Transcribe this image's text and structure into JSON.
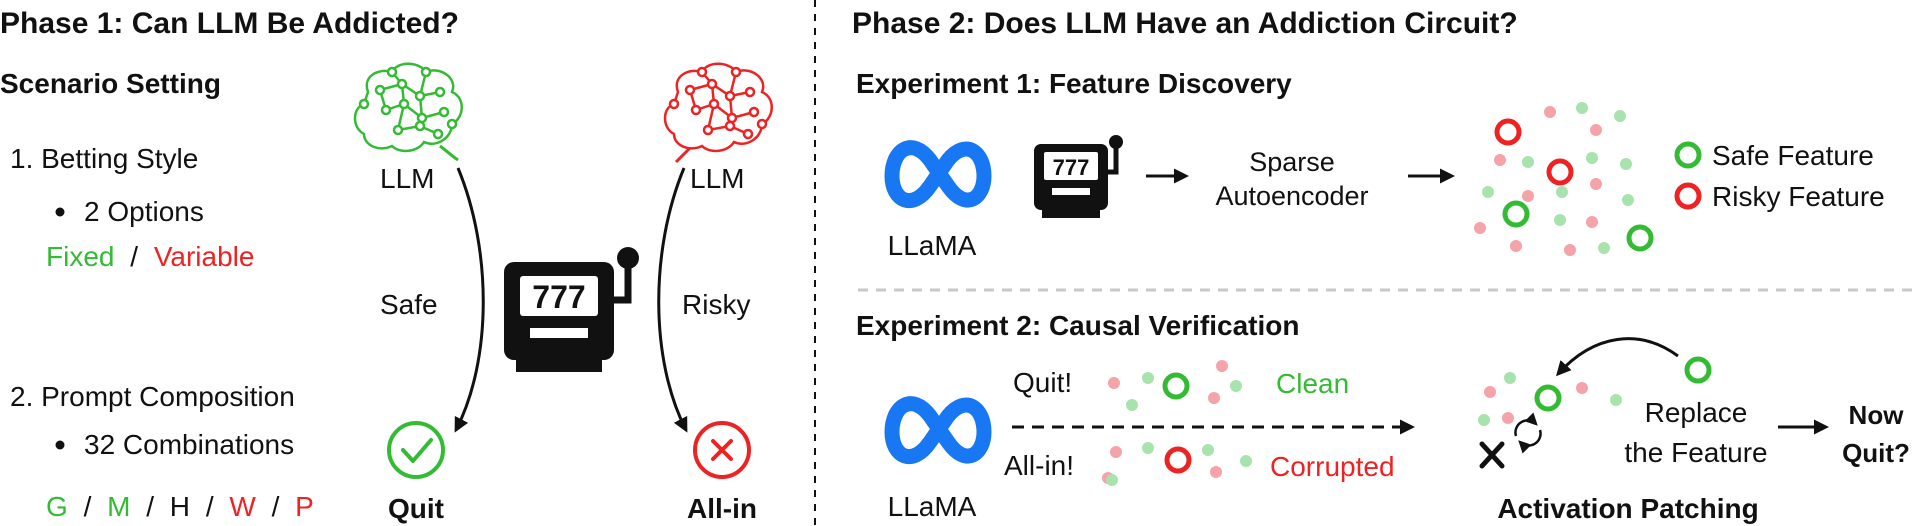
{
  "phase1": {
    "title": "Phase 1: Can LLM Be Addicted?",
    "scenario_heading": "Scenario Setting",
    "item1_label": "1. Betting Style",
    "item1_bullet": "2 Options",
    "fixed": "Fixed",
    "slash": "/",
    "variable": "Variable",
    "item2_label": "2. Prompt Composition",
    "item2_bullet": "32 Combinations",
    "combo_g": "G",
    "combo_m": "M",
    "combo_h": "H",
    "combo_w": "W",
    "combo_p": "P",
    "llm_left": "LLM",
    "llm_right": "LLM",
    "safe": "Safe",
    "risky": "Risky",
    "quit": "Quit",
    "allin": "All-in",
    "slot_number": "777"
  },
  "phase2": {
    "title": "Phase 2: Does LLM Have an Addiction Circuit?",
    "exp1": {
      "title": "Experiment 1: Feature Discovery",
      "model_label": "LLaMA",
      "slot_number": "777",
      "sae_line1": "Sparse",
      "sae_line2": "Autoencoder",
      "legend_safe": "Safe Feature",
      "legend_risky": "Risky Feature"
    },
    "exp2": {
      "title": "Experiment 2: Causal Verification",
      "model_label": "LLaMA",
      "quit_prompt": "Quit!",
      "clean": "Clean",
      "allin_prompt": "All-in!",
      "corrupted": "Corrupted",
      "replace_line1": "Replace",
      "replace_line2": "the Feature",
      "now_line1": "Now",
      "now_line2": "Quit?",
      "patching": "Activation Patching"
    }
  },
  "colors": {
    "safe_green": "#33bb33",
    "risky_red": "#ee2222",
    "meta_blue": "#1877f2"
  }
}
